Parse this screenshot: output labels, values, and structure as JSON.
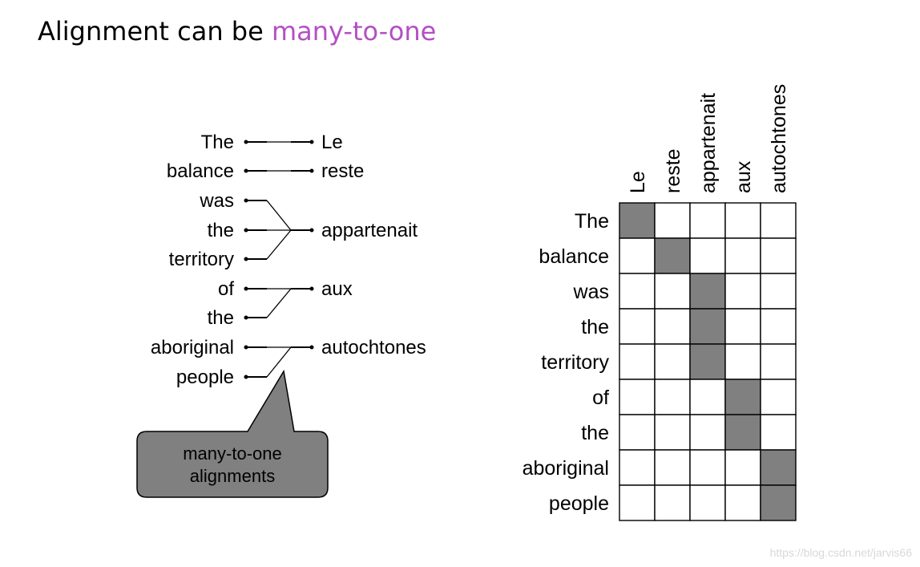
{
  "title": {
    "prefix": "Alignment can be ",
    "highlight": "many-to-one",
    "highlight_color": "#b44fc4"
  },
  "source_words": [
    "The",
    "balance",
    "was",
    "the",
    "territory",
    "of",
    "the",
    "aboriginal",
    "people"
  ],
  "target_words": [
    "Le",
    "reste",
    "appartenait",
    "aux",
    "autochtones"
  ],
  "alignments": [
    [
      0,
      0
    ],
    [
      1,
      1
    ],
    [
      2,
      2
    ],
    [
      3,
      2
    ],
    [
      4,
      2
    ],
    [
      5,
      3
    ],
    [
      6,
      3
    ],
    [
      7,
      4
    ],
    [
      8,
      4
    ]
  ],
  "callout": {
    "line1": "many-to-one",
    "line2": "alignments"
  },
  "matrix_fill_color": "#808080",
  "watermark": "https://blog.csdn.net/jarvis66"
}
